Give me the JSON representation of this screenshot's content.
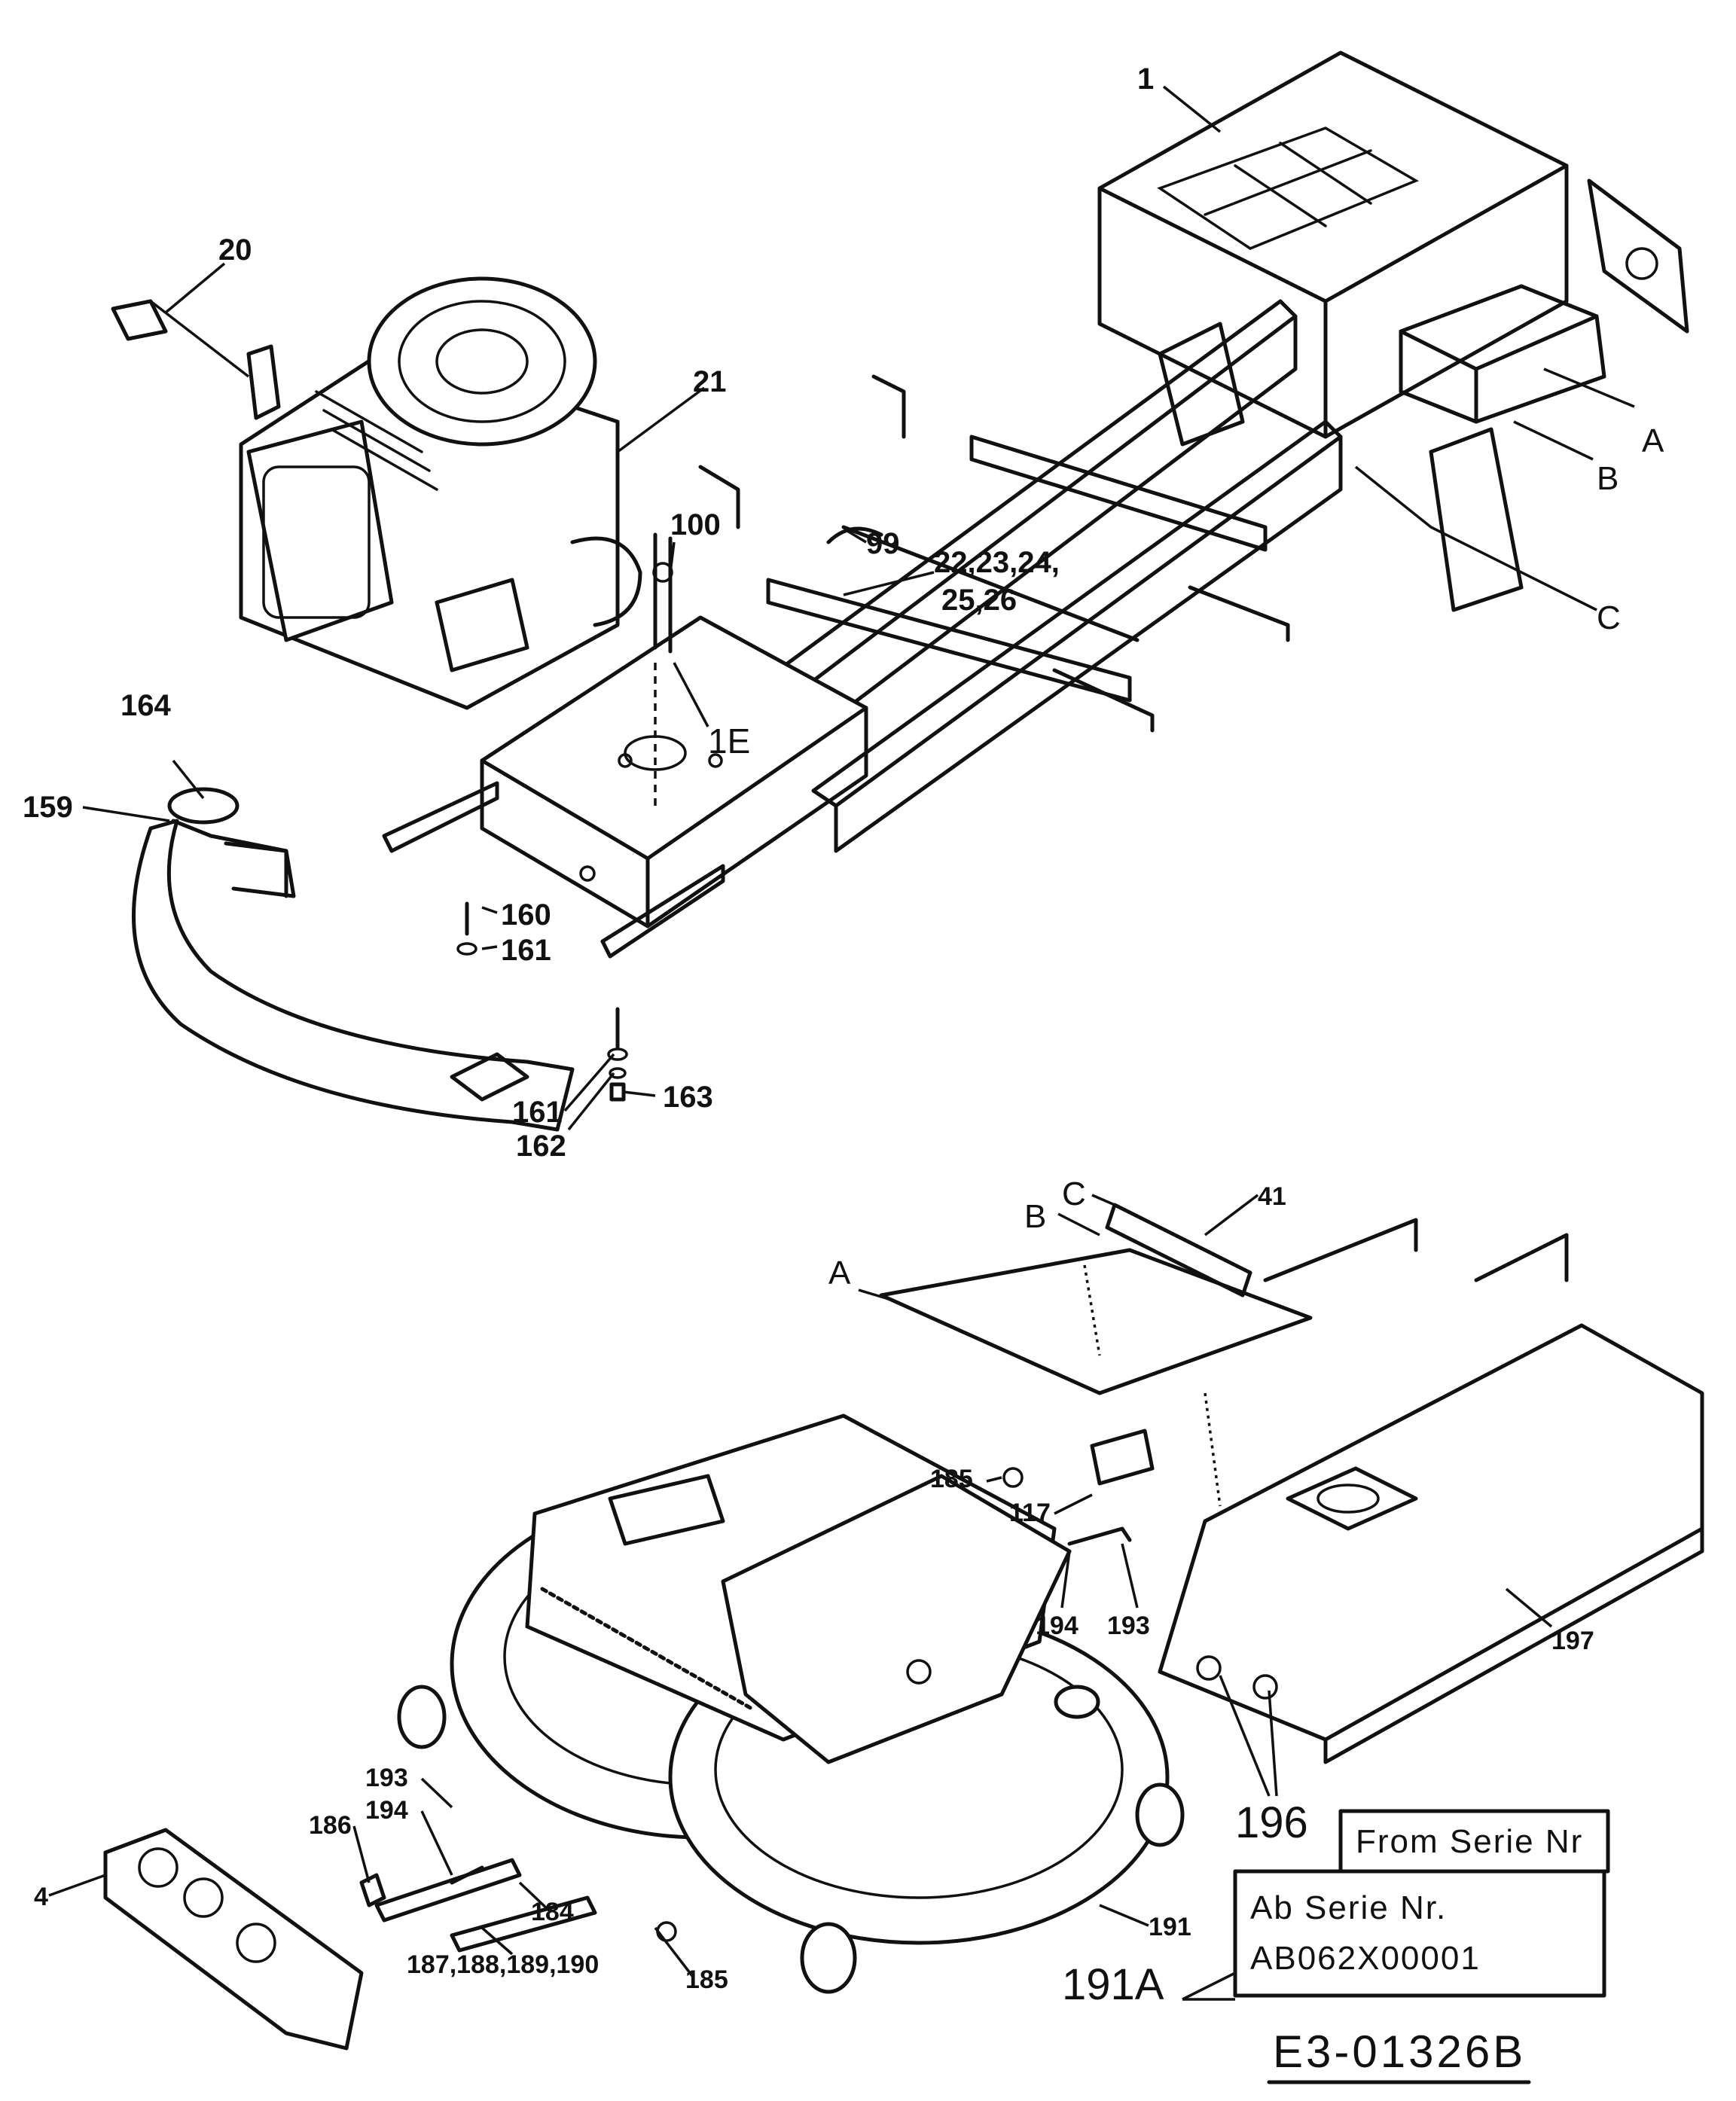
{
  "labels": {
    "p1": "1",
    "p20": "20",
    "p21": "21",
    "pA_top": "A",
    "pB_top": "B",
    "pC_top": "C",
    "p100": "100",
    "p99": "99",
    "p22_line1": "22,23,24,",
    "p22_line2": "25,26",
    "p1E": "1E",
    "p164": "164",
    "p159": "159",
    "p160": "160",
    "p161_a": "161",
    "p161_b": "161",
    "p162": "162",
    "p163": "163",
    "pC_bot": "C",
    "pB_bot": "B",
    "p41": "41",
    "pA_bot": "A",
    "p185_a": "185",
    "p117": "117",
    "p194_a": "194",
    "p193_a": "193",
    "p197": "197",
    "p193_b": "193",
    "p194_b": "194",
    "p186": "186",
    "p4": "4",
    "p184": "184",
    "p187": "187,188,189,190",
    "p185_b": "185",
    "p196": "196",
    "p191": "191",
    "p191A": "191A"
  },
  "serial": {
    "from_label": "From Serie Nr",
    "ab_label": "Ab Serie Nr.",
    "number": "AB062X00001"
  },
  "drawing_code": "E3-01326B"
}
